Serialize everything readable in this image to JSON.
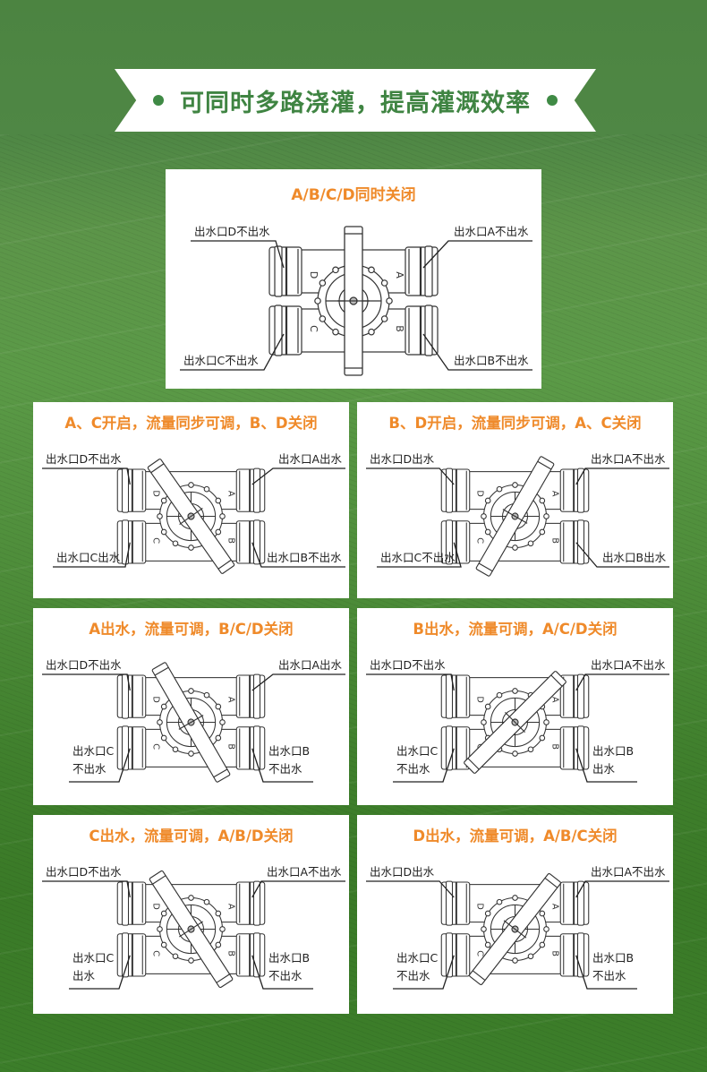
{
  "header": {
    "title": "可同时多路浇灌，提高灌溉效率",
    "accent_color": "#3f8442",
    "dot_icon": "bullet-dot-icon"
  },
  "colors": {
    "panel_title": "#ef8a2a",
    "panel_bg": "#ffffff",
    "label_text": "#222222",
    "background": "#4f8745"
  },
  "panels": [
    {
      "title": "A/B/C/D同时关闭",
      "handle_angle": 0,
      "labels": {
        "D": "出水口D不出水",
        "A": "出水口A不出水",
        "C": "出水口C不出水",
        "B": "出水口B不出水"
      }
    },
    {
      "title": "A、C开启，流量同步可调，B、D关闭",
      "handle_angle": -35,
      "labels": {
        "D": "出水口D不出水",
        "A": "出水口A出水",
        "C": "出水口C出水",
        "B": "出水口B不出水"
      }
    },
    {
      "title": "B、D开启，流量同步可调，A、C关闭",
      "handle_angle": 30,
      "labels": {
        "D": "出水口D出水",
        "A": "出水口A不出水",
        "C": "出水口C不出水",
        "B": "出水口B出水"
      }
    },
    {
      "title": "A出水，流量可调，B/C/D关闭",
      "handle_angle": -30,
      "labels": {
        "D": "出水口D不出水",
        "A": "出水口A出水",
        "C": "出水口C\n不出水",
        "B": "出水口B\n不出水"
      }
    },
    {
      "title": "B出水，流量可调，A/C/D关闭",
      "handle_angle": 45,
      "labels": {
        "D": "出水口D不出水",
        "A": "出水口A不出水",
        "C": "出水口C\n不出水",
        "B": "出水口B\n出水"
      }
    },
    {
      "title": "C出水，流量可调，A/B/D关闭",
      "handle_angle": -33,
      "labels": {
        "D": "出水口D不出水",
        "A": "出水口A不出水",
        "C": "出水口C\n出水",
        "B": "出水口B\n不出水"
      }
    },
    {
      "title": "D出水，流量可调，A/B/C关闭",
      "handle_angle": 38,
      "labels": {
        "D": "出水口D出水",
        "A": "出水口A不出水",
        "C": "出水口C\n不出水",
        "B": "出水口B\n不出水"
      }
    }
  ],
  "port_letters": [
    "A",
    "B",
    "C",
    "D"
  ]
}
